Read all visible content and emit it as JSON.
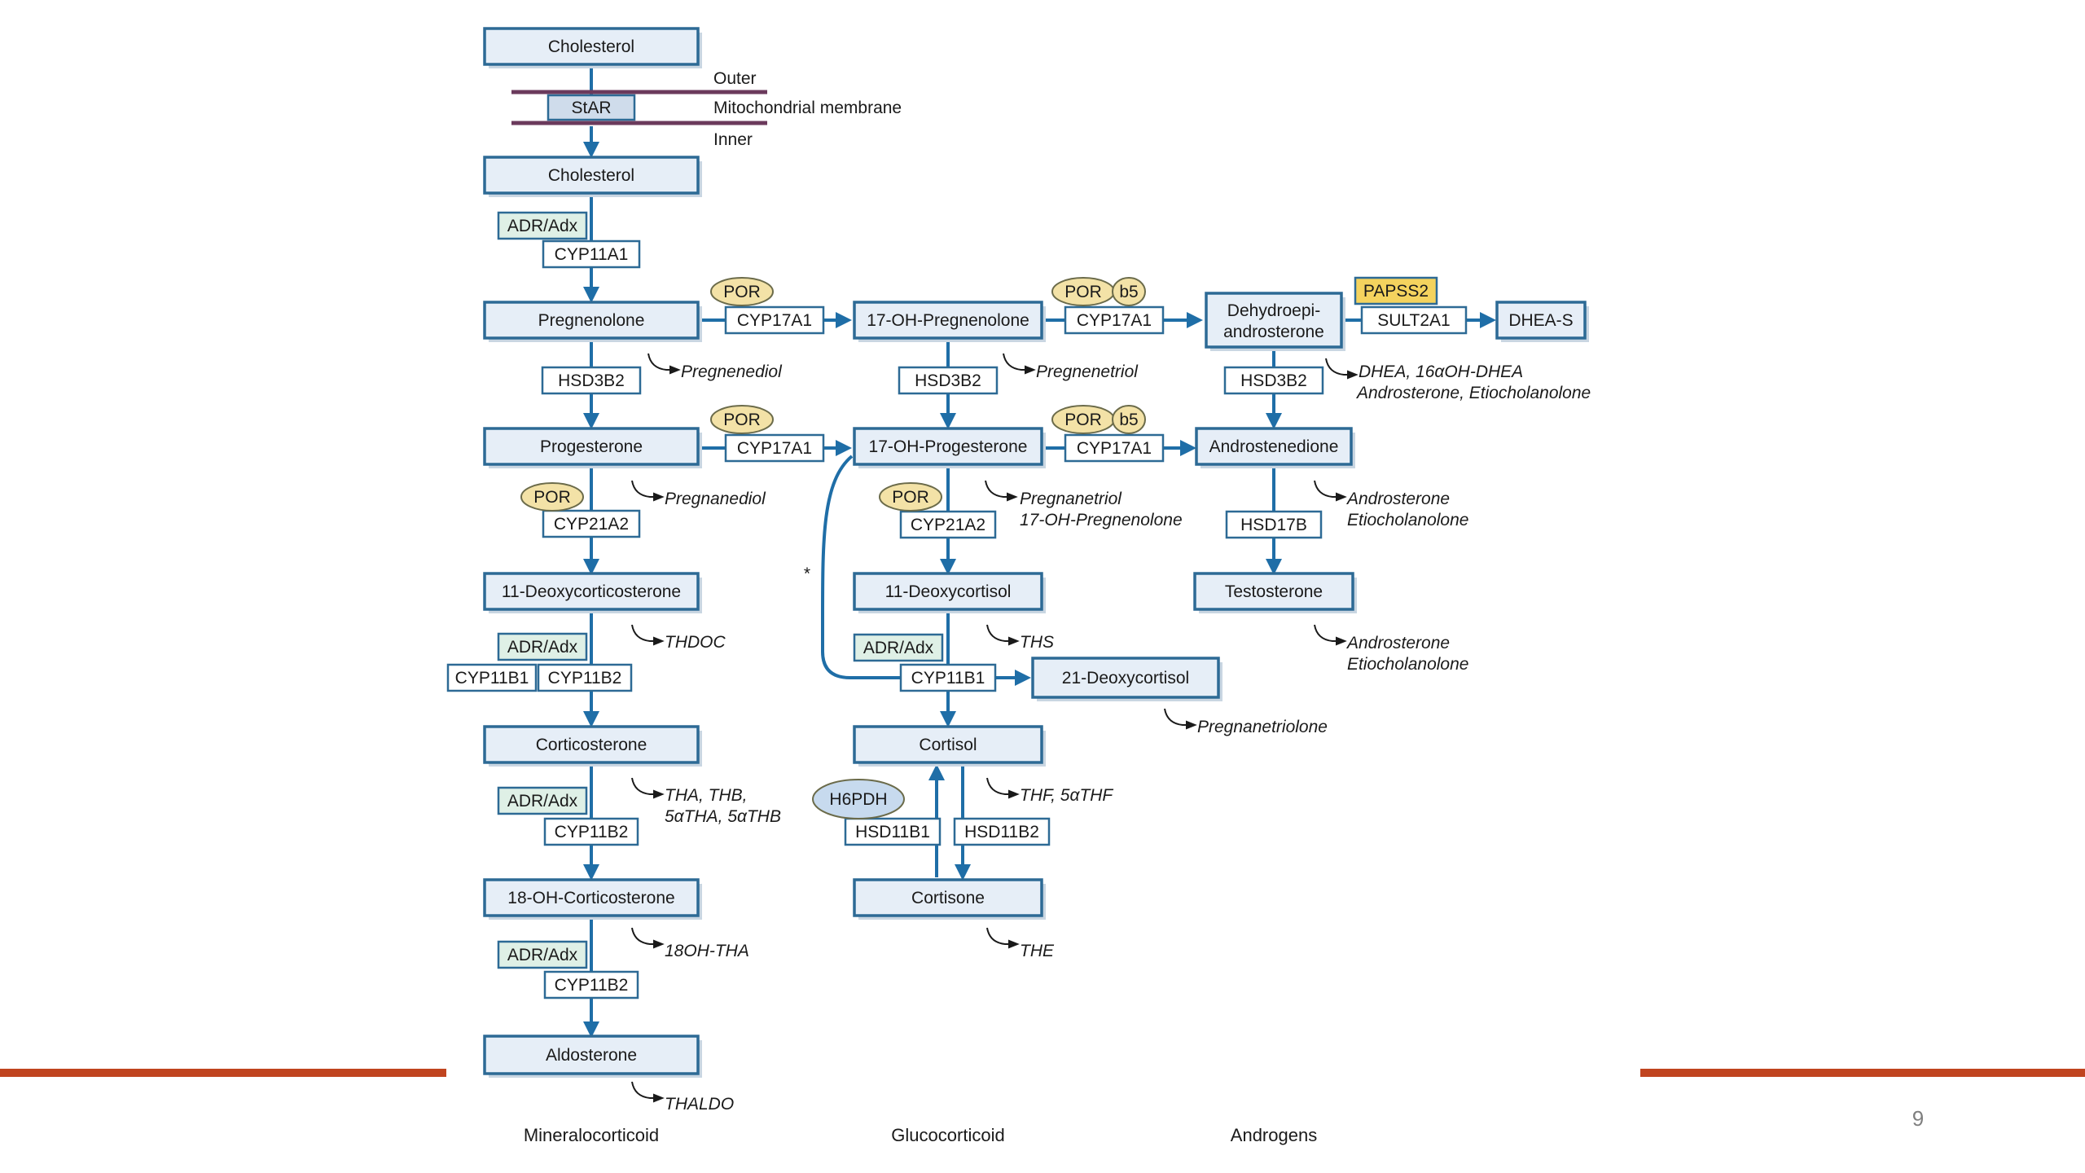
{
  "colors": {
    "flow": "#1f6ea7",
    "box_border": "#2d6a95",
    "box_fill": "#e6eef7",
    "membrane": "#6b3a5c",
    "cofactor_fill": "#f3e2a7",
    "adr_fill": "#dff0e6",
    "papss_fill": "#f4d35e",
    "h6pdh_fill": "#c7daee",
    "stripe": "#c0441f"
  },
  "membrane": {
    "outer": "Outer",
    "middle": "Mitochondrial membrane",
    "inner": "Inner"
  },
  "metabolites": {
    "cholesterol_top": "Cholesterol",
    "cholesterol": "Cholesterol",
    "pregnenolone": "Pregnenolone",
    "oh17_pregnenolone": "17-OH-Pregnenolone",
    "dhea": [
      "Dehydroepi-",
      "androsterone"
    ],
    "dhea_s": "DHEA-S",
    "progesterone": "Progesterone",
    "oh17_progesterone": "17-OH-Progesterone",
    "androstenedione": "Androstenedione",
    "deoxycorticosterone": "11-Deoxycorticosterone",
    "deoxycortisol": "11-Deoxycortisol",
    "testosterone": "Testosterone",
    "deoxycortisol21": "21-Deoxycortisol",
    "corticosterone": "Corticosterone",
    "cortisol": "Cortisol",
    "oh18_corticosterone": "18-OH-Corticosterone",
    "cortisone": "Cortisone",
    "aldosterone": "Aldosterone"
  },
  "enzymes": {
    "star": "StAR",
    "adr_adx": "ADR/Adx",
    "cyp11a1": "CYP11A1",
    "cyp17a1": "CYP17A1",
    "hsd3b2": "HSD3B2",
    "cyp21a2": "CYP21A2",
    "hsd17b": "HSD17B",
    "cyp11b1": "CYP11B1",
    "cyp11b2": "CYP11B2",
    "sult2a1": "SULT2A1",
    "hsd11b1": "HSD11B1",
    "hsd11b2": "HSD11B2",
    "por": "POR",
    "b5": "b5",
    "papss2": "PAPSS2",
    "h6pdh": "H6PDH"
  },
  "excretion": {
    "pregnenediol": "Pregnenediol",
    "pregnenetriol": "Pregnenetriol",
    "dhea_line1": "DHEA, 16αOH-DHEA",
    "dhea_line2": "Androsterone, Etiocholanolone",
    "pregnanediol": "Pregnanediol",
    "pregnanetriol_line1": "Pregnanetriol",
    "pregnanetriol_line2": "17-OH-Pregnenolone",
    "androsterone_1": "Androsterone",
    "etiocholanolone_1": "Etiocholanolone",
    "thdoc": "THDOC",
    "ths": "THS",
    "androsterone_2": "Androsterone",
    "etiocholanolone_2": "Etiocholanolone",
    "pregnanetriolone": "Pregnanetriolone",
    "tha_line1": "THA, THB,",
    "tha_line2": "5αTHA, 5αTHB",
    "thf": "THF, 5αTHF",
    "oh18_tha": "18OH-THA",
    "the": "THE",
    "thaldo": "THALDO"
  },
  "asterisk": "*",
  "categories": {
    "mineralocorticoid": "Mineralocorticoid",
    "glucocorticoid": "Glucocorticoid",
    "androgens": "Androgens"
  },
  "page_number": "9"
}
